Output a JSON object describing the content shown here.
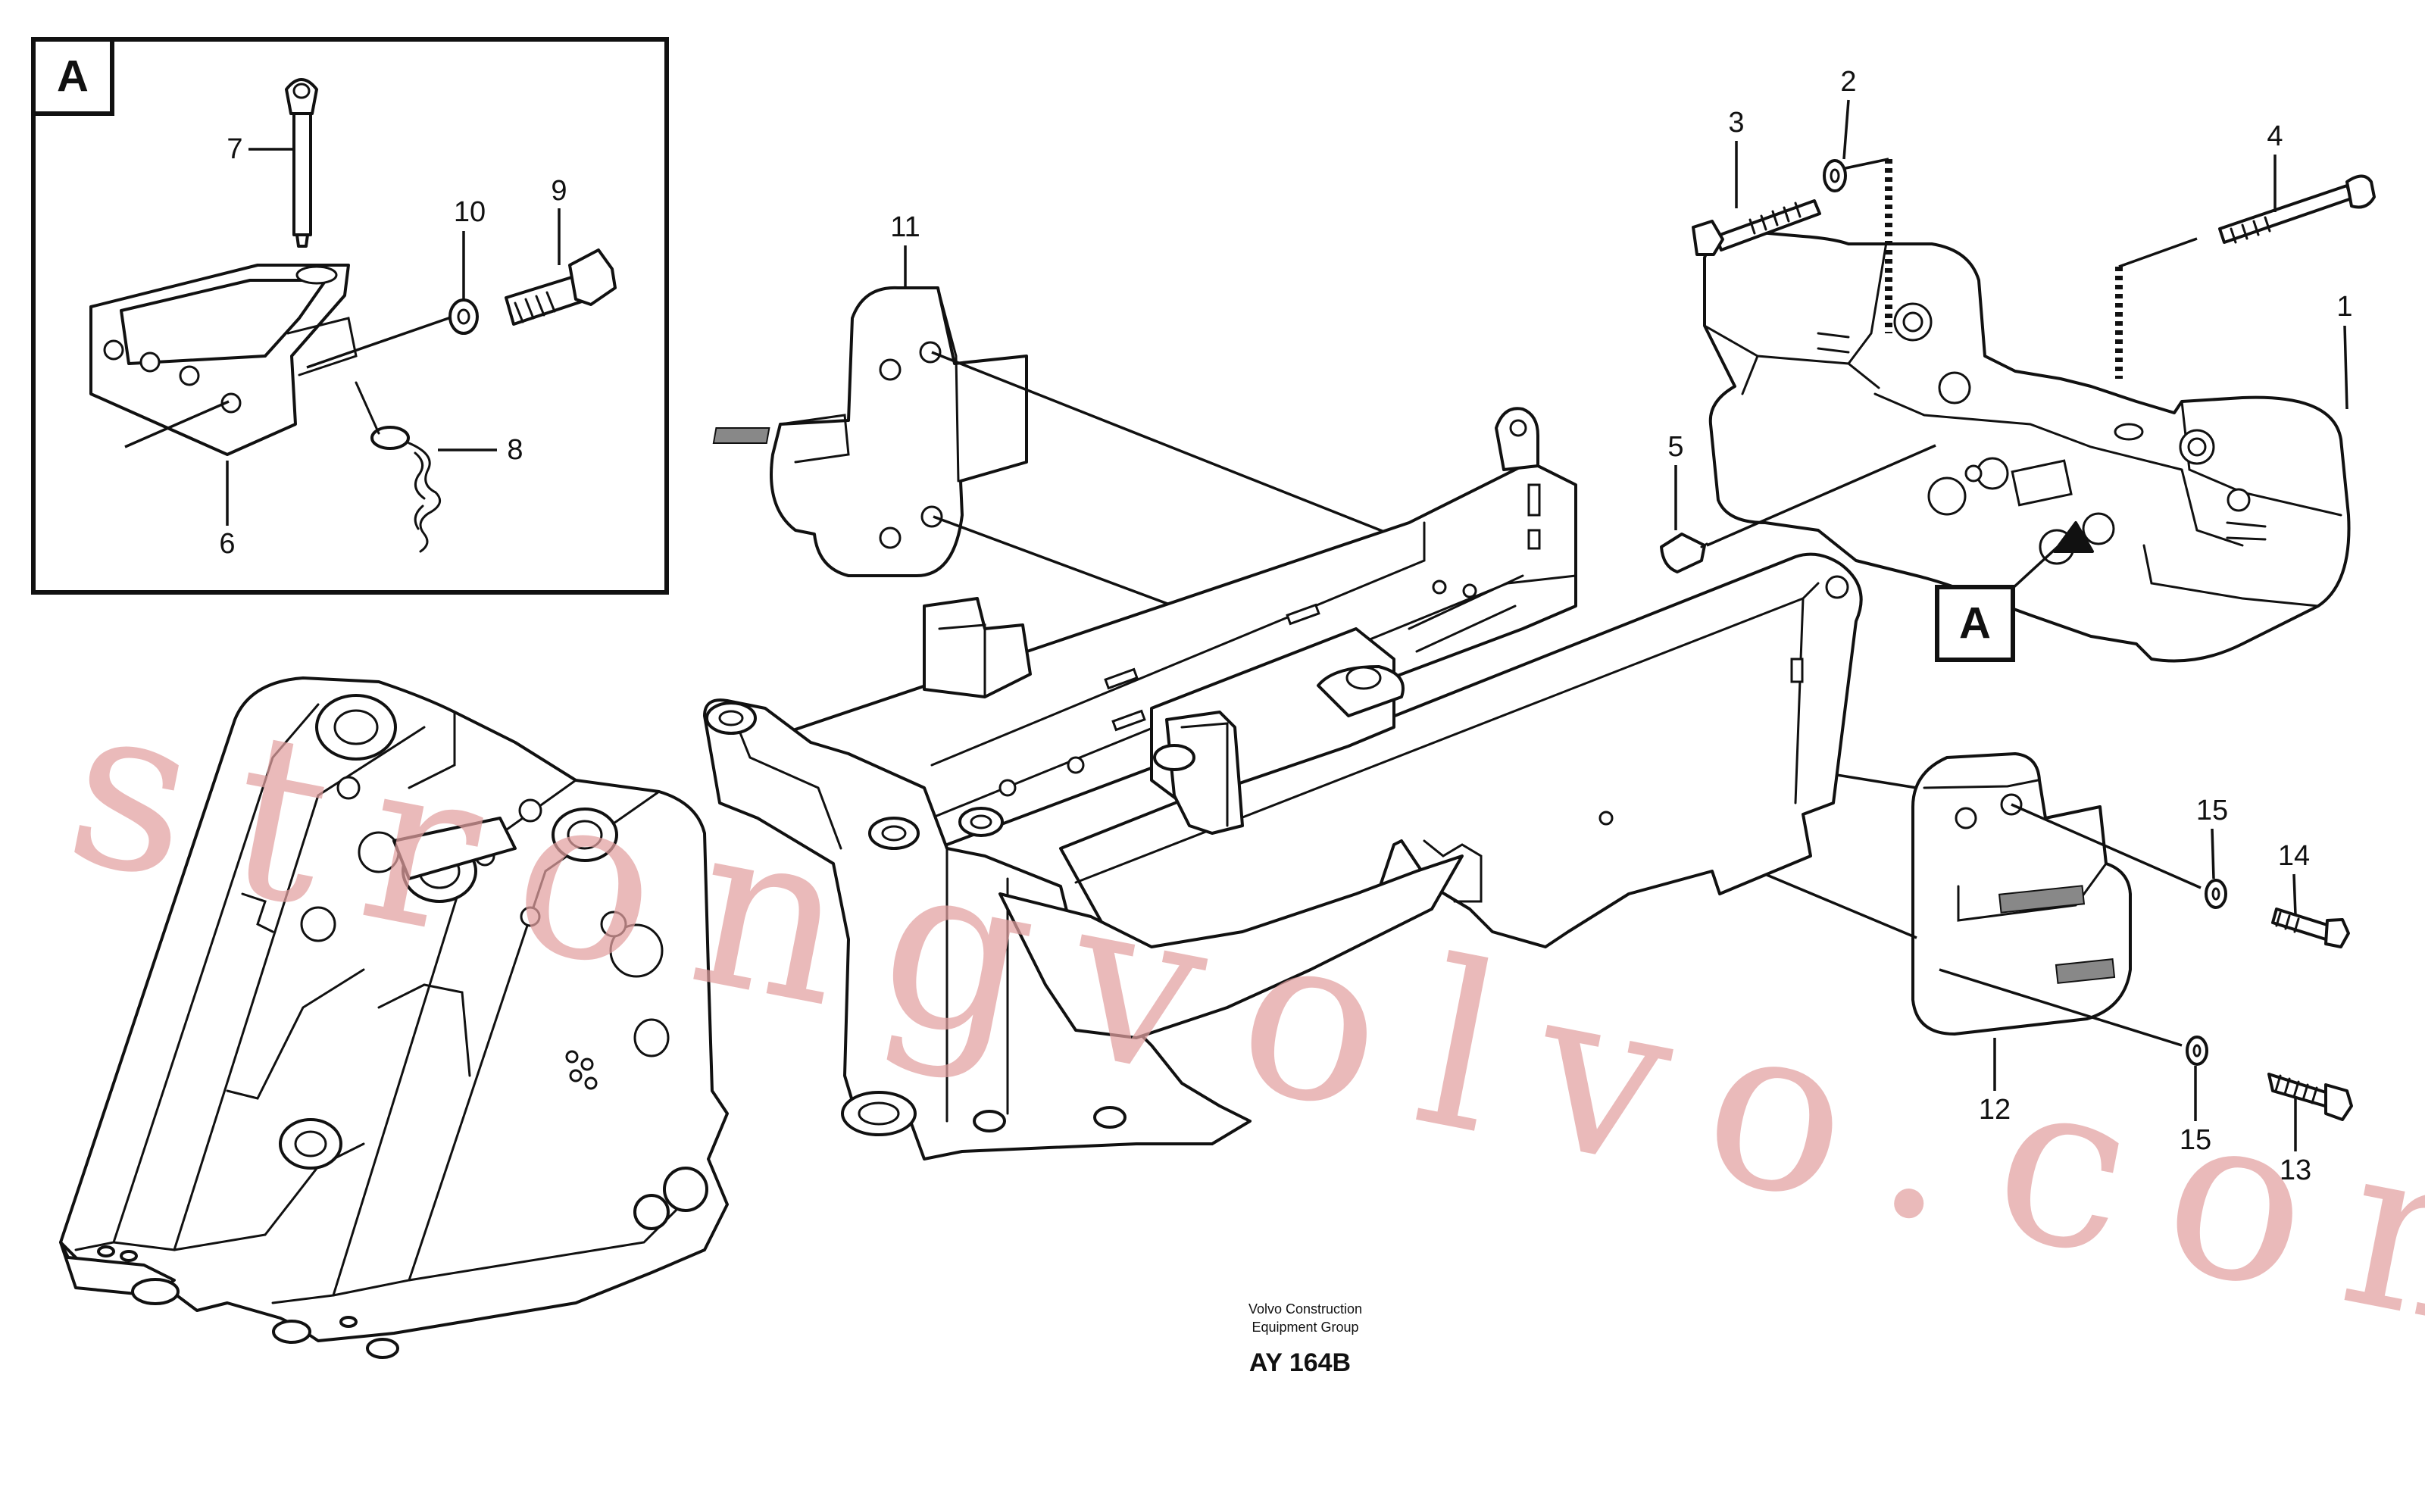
{
  "inset": {
    "label": "A"
  },
  "view_marker": {
    "label": "A"
  },
  "callouts": {
    "c1": "1",
    "c2": "2",
    "c3": "3",
    "c4": "4",
    "c5": "5",
    "c6": "6",
    "c7": "7",
    "c8": "8",
    "c9": "9",
    "c10": "10",
    "c11": "11",
    "c12": "12",
    "c13": "13",
    "c14": "14",
    "c15a": "15",
    "c15b": "15"
  },
  "footer": {
    "line1": "Volvo Construction",
    "line2": "Equipment Group",
    "code": "AY 164B"
  },
  "watermark": {
    "text": "strongvolvo.com"
  }
}
